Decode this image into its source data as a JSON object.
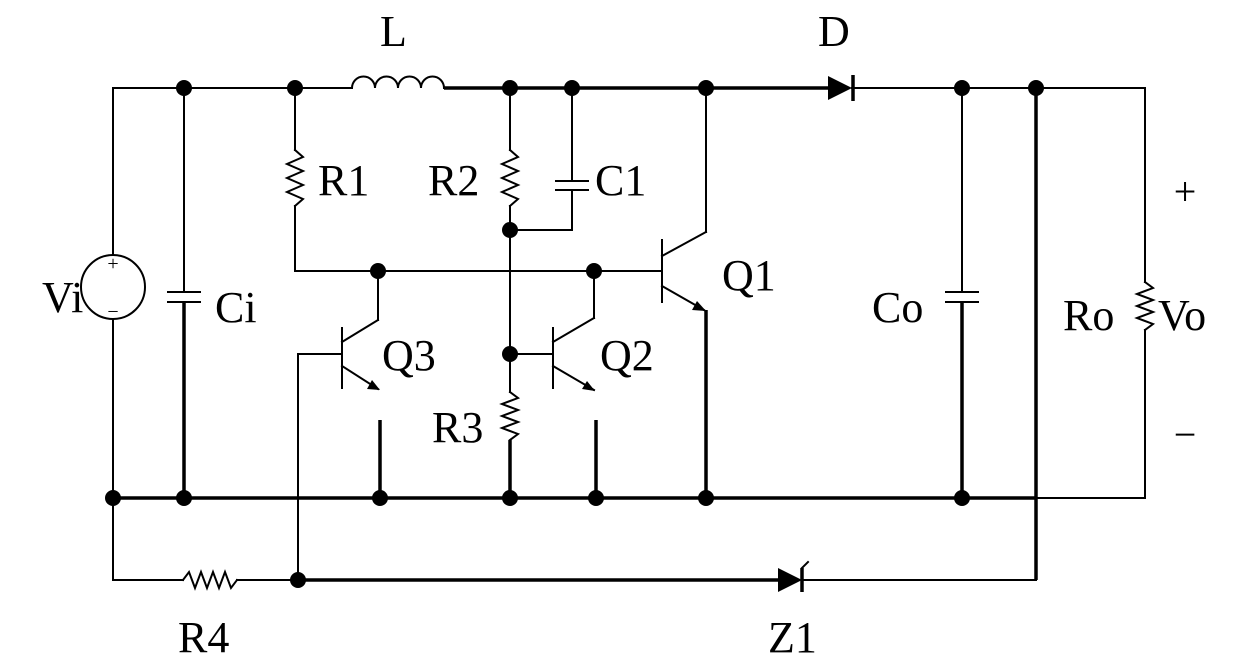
{
  "labels": {
    "L": "L",
    "D": "D",
    "R1": "R1",
    "R2": "R2",
    "C1": "C1",
    "Q1": "Q1",
    "Q2": "Q2",
    "Q3": "Q3",
    "R3": "R3",
    "R4": "R4",
    "Z1": "Z1",
    "Vi": "Vi",
    "Ci": "Ci",
    "Co": "Co",
    "Ro": "Ro",
    "Vo": "Vo",
    "plus": "+",
    "minus": "−",
    "src_plus": "+",
    "src_minus": "−"
  }
}
